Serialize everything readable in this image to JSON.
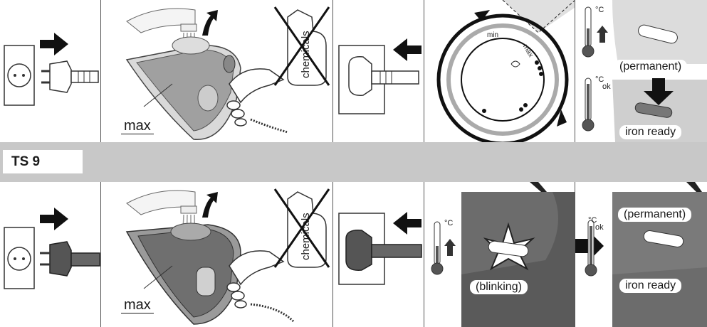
{
  "model_label": "TS 9",
  "row1": {
    "max_label": "max",
    "chemicals_label": "chemicals",
    "dial": {
      "min_label": "min",
      "max_label": "max"
    },
    "therm_unit_top": "°C",
    "therm_unit_bottom": "°C",
    "ok_label": "ok",
    "permanent_label": "(permanent)",
    "iron_ready_label": "iron ready"
  },
  "row2": {
    "max_label": "max",
    "chemicals_label": "chemicals",
    "therm_unit_left": "°C",
    "therm_unit_right": "°C",
    "ok_label": "ok",
    "blinking_label": "(blinking)",
    "permanent_label": "(permanent)",
    "iron_ready_label": "iron ready"
  }
}
